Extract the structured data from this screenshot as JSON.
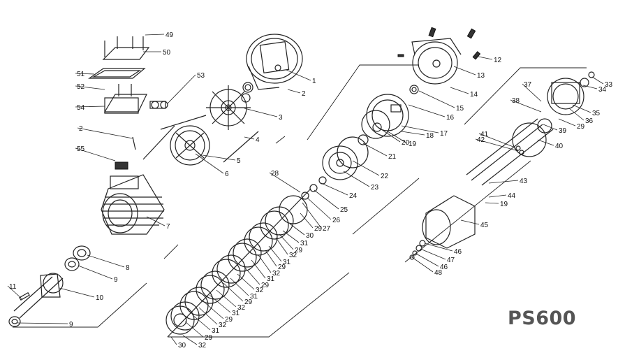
{
  "model": "PS600",
  "callouts": [
    "1",
    "2",
    "3",
    "4",
    "5",
    "6",
    "7",
    "8",
    "9",
    "10",
    "11",
    "12",
    "13",
    "14",
    "15",
    "16",
    "17",
    "18",
    "19",
    "20",
    "21",
    "22",
    "23",
    "24",
    "25",
    "26",
    "27",
    "28",
    "29",
    "30",
    "31",
    "32",
    "33",
    "34",
    "35",
    "36",
    "37",
    "38",
    "39",
    "40",
    "41",
    "42",
    "43",
    "44",
    "45",
    "46",
    "47",
    "48",
    "49",
    "50",
    "51",
    "52",
    "53",
    "54",
    "55"
  ]
}
